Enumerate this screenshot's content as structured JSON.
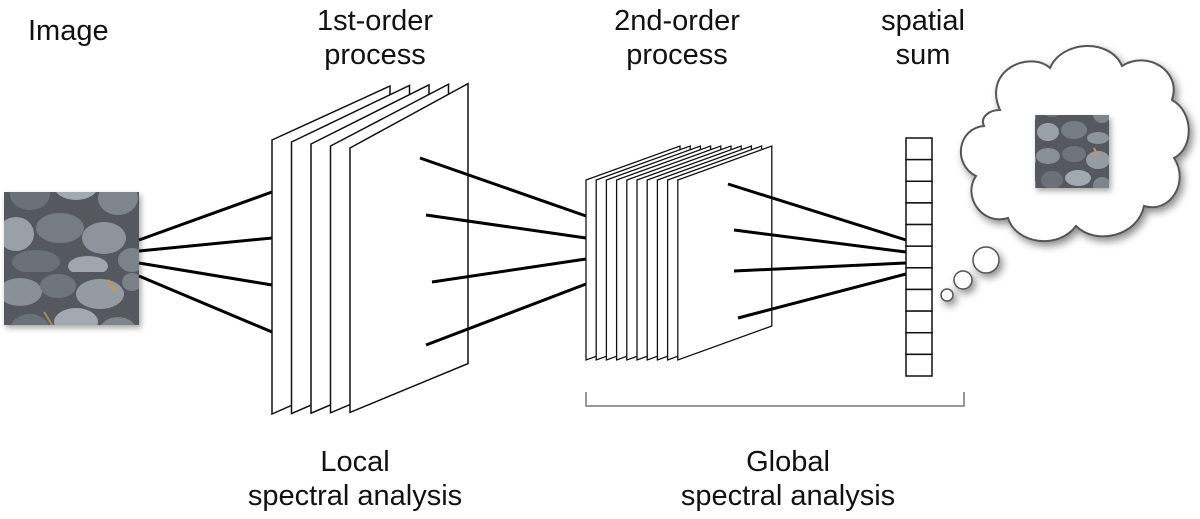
{
  "labels": {
    "image": "Image",
    "first_order": [
      "1st-order",
      "process"
    ],
    "second_order": [
      "2nd-order",
      "process"
    ],
    "spatial_sum": [
      "spatial",
      "sum"
    ],
    "local": [
      "Local",
      "spectral analysis"
    ],
    "global": [
      "Global",
      "spectral analysis"
    ]
  },
  "diagram": {
    "first_order_layers": 5,
    "second_order_layers": 10,
    "spatial_sum_cells": 11,
    "colors": {
      "line": "#000000",
      "panel_fill": "#ffffff",
      "panel_stroke": "#111111",
      "stone_dark": "#3d4249",
      "stone_light": "#9da4ab"
    }
  }
}
